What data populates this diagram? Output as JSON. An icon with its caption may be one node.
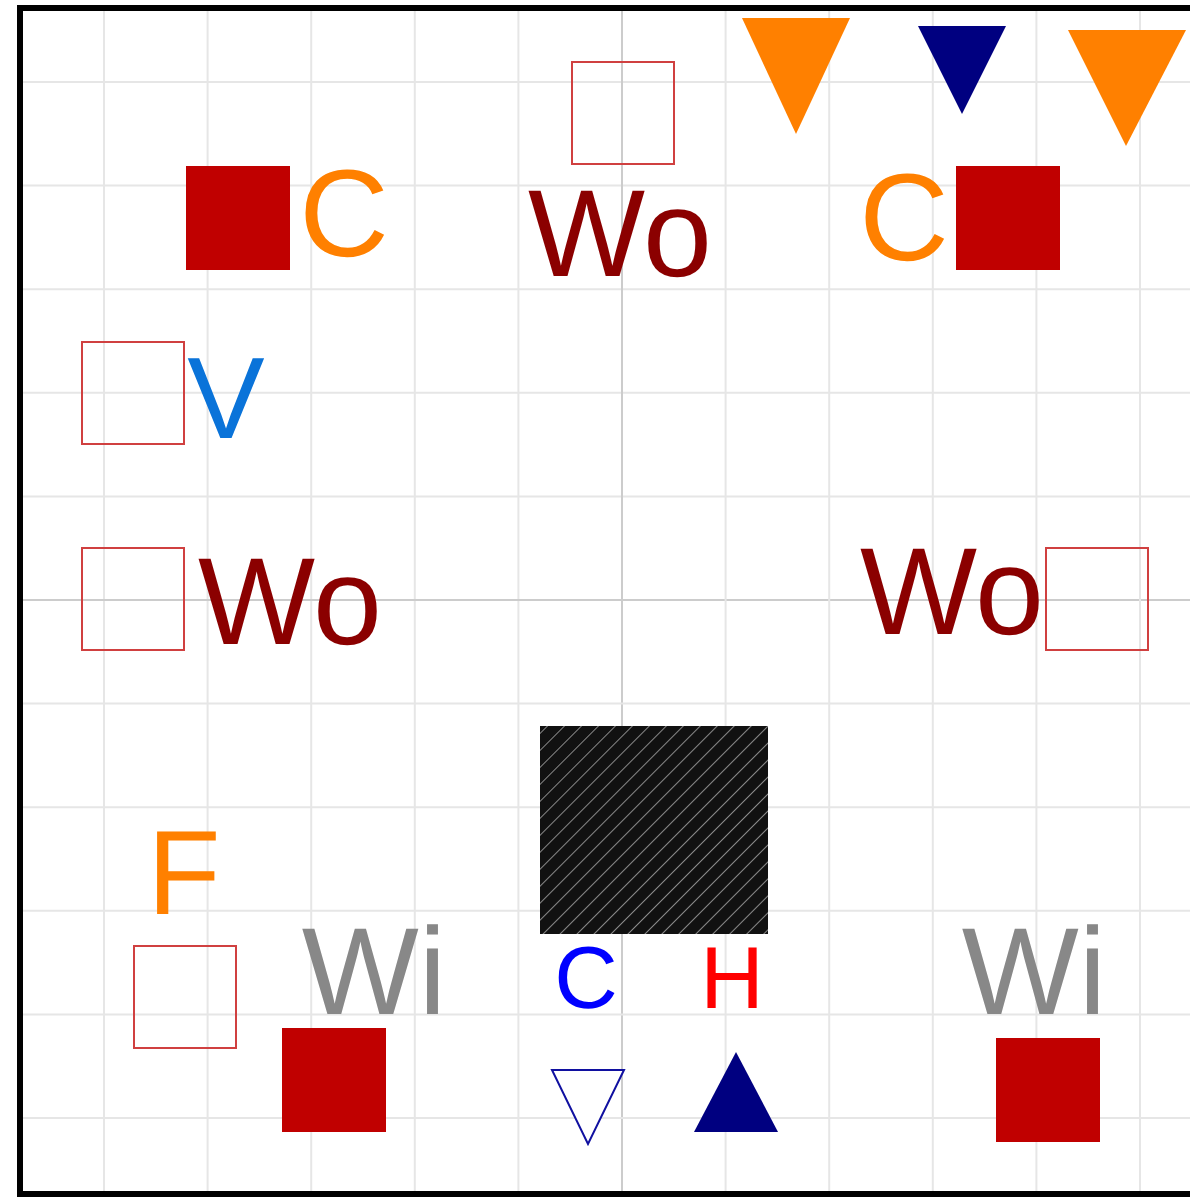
{
  "diagram": {
    "nodes": [
      {
        "text": [],
        "shape": "box"
      }
    ],
    "labels": [
      "C",
      "Wo",
      "C",
      "V",
      "Wo",
      "Wo",
      "F",
      "Wi",
      "C",
      "H",
      "Wi"
    ]
  }
}
